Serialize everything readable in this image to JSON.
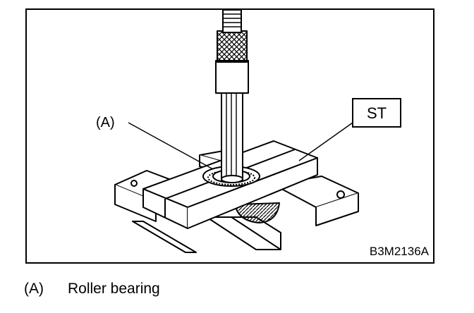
{
  "figure": {
    "label_a": "(A)",
    "label_st": "ST",
    "figure_code": "B3M2136A"
  },
  "caption": {
    "key": "(A)",
    "text": "Roller bearing"
  }
}
